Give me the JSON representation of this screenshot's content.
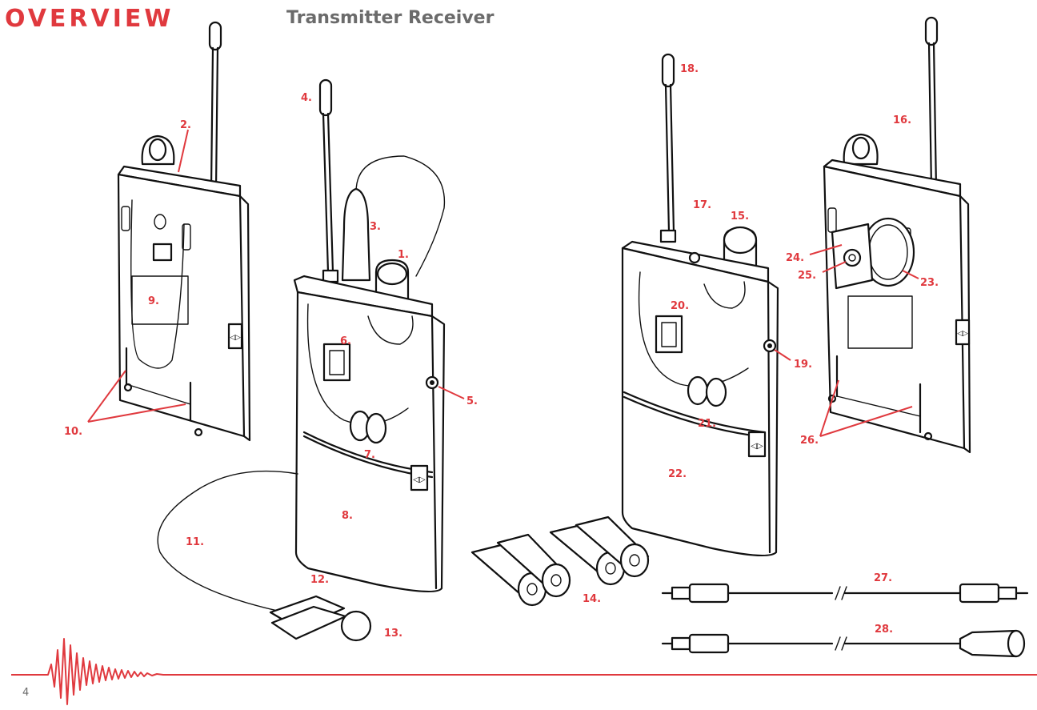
{
  "header": {
    "title": "OVERVIEW",
    "subtitle": "Transmitter Receiver"
  },
  "footer": {
    "page_number": "4"
  },
  "colors": {
    "accent": "#e0393e",
    "subtitle": "#6b6b6b",
    "lineart": "#111111"
  },
  "callouts": {
    "c1": "1.",
    "c2": "2.",
    "c3": "3.",
    "c4": "4.",
    "c5": "5.",
    "c6": "6.",
    "c7": "7.",
    "c8": "8.",
    "c9": "9.",
    "c10": "10.",
    "c11": "11.",
    "c12": "12.",
    "c13": "13.",
    "c14": "14.",
    "c15": "15.",
    "c16": "16.",
    "c17": "17.",
    "c18": "18.",
    "c19": "19.",
    "c20": "20.",
    "c21": "21.",
    "c22": "22.",
    "c23": "23.",
    "c24": "24.",
    "c25": "25.",
    "c26": "26.",
    "c27": "27.",
    "c28": "28."
  }
}
